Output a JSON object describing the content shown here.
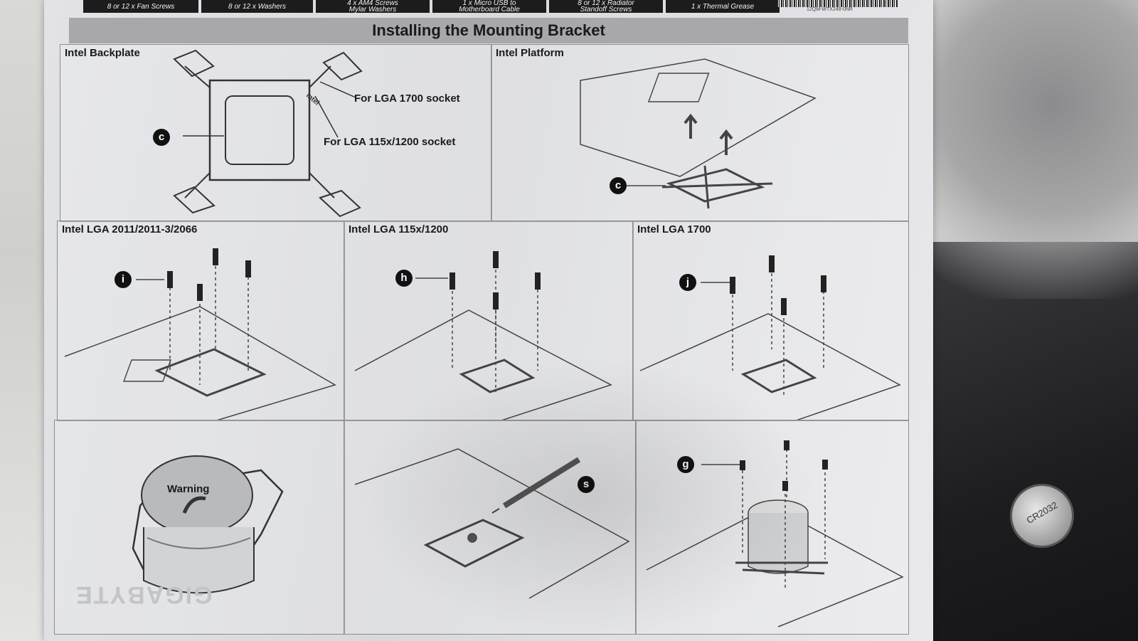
{
  "parts": [
    {
      "line1": "8 or 12 x Fan Screws",
      "line2": ""
    },
    {
      "line1": "8 or 12 x Washers",
      "line2": ""
    },
    {
      "line1": "4 x AM4 Screws",
      "line2": "Mylar Washers"
    },
    {
      "line1": "1 x Micro USB to",
      "line2": "Motherboard Cable"
    },
    {
      "line1": "8 or 12 x Radiator",
      "line2": "Standoff Screws"
    },
    {
      "line1": "1 x Thermal Grease",
      "line2": ""
    }
  ],
  "serial": "12QM-WTX248-0NR",
  "title": "Installing the Mounting Bracket",
  "backplate": {
    "label": "Intel Backplate",
    "callout_1700": "For LGA 1700 socket",
    "callout_115x": "For LGA 115x/1200 socket",
    "badge": "c",
    "logo": "intel"
  },
  "platform": {
    "label": "Intel Platform",
    "badge": "c"
  },
  "lga2011": {
    "label": "Intel LGA 2011/2011-3/2066",
    "badge": "i"
  },
  "lga115x": {
    "label": "Intel LGA 115x/1200",
    "badge": "h"
  },
  "lga1700": {
    "label": "Intel LGA 1700",
    "badge": "j"
  },
  "pump": {
    "warning": "Warning",
    "brand": "GIGABYTE"
  },
  "grease": {
    "badge": "s"
  },
  "mount": {
    "badge": "g"
  },
  "battery": {
    "text": "CR2032"
  }
}
